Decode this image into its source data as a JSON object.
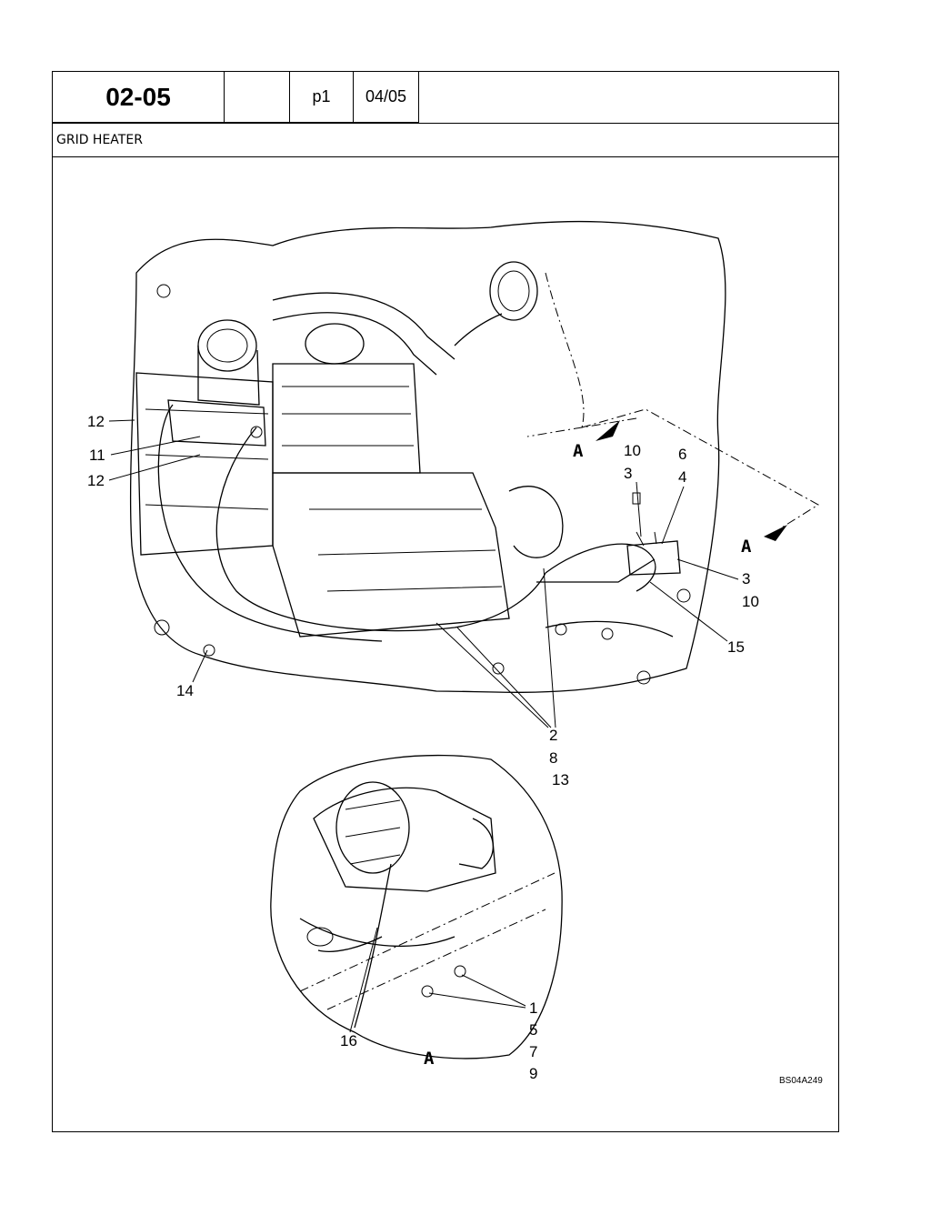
{
  "header": {
    "section_code": "02-05",
    "blank": "",
    "page": "p1",
    "date": "04/05"
  },
  "title": "GRID HEATER",
  "callouts_upper": {
    "c12a": "12",
    "c11": "11",
    "c12b": "12",
    "c14": "14",
    "c10a": "10",
    "c3a": "3",
    "c6": "6",
    "c4": "4",
    "c3b": "3",
    "c10b": "10",
    "c15": "15",
    "c2": "2",
    "c8": "8",
    "c13": "13",
    "viewA1": "A",
    "viewA2": "A"
  },
  "callouts_lower": {
    "c16": "16",
    "c1": "1",
    "c5": "5",
    "c7": "7",
    "c9": "9",
    "viewA": "A"
  },
  "reference": "BS04A249"
}
